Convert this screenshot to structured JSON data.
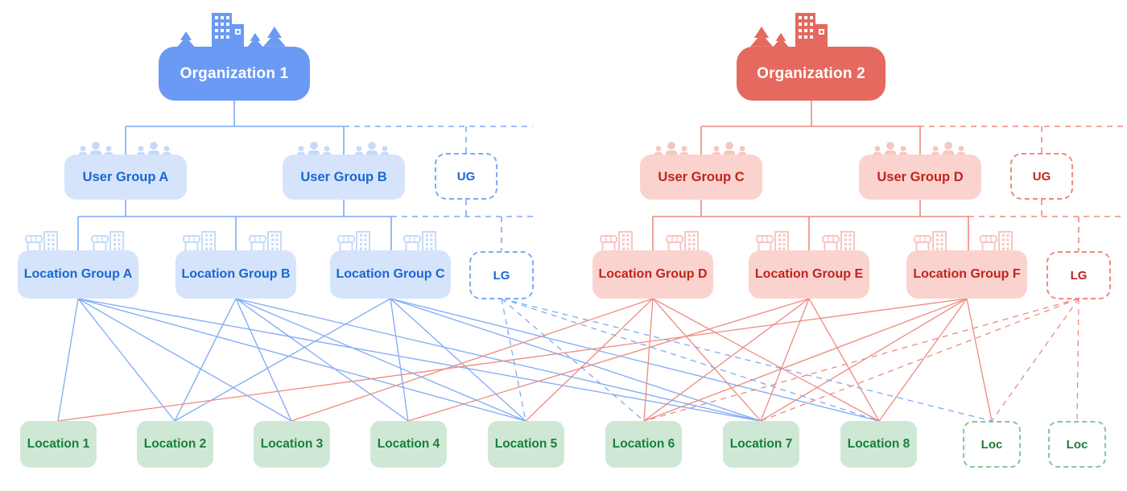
{
  "colors": {
    "blue_solid": "#6a9af4",
    "blue_light": "#d5e4fb",
    "blue_text": "#1b66d2",
    "blue_line": "#7daaf7",
    "blue_icon": "#c4daf9",
    "red_solid": "#e5695e",
    "red_light": "#fad3cf",
    "red_text": "#c0241c",
    "red_line": "#ee8a7f",
    "red_icon": "#f6c6c1",
    "green_light": "#cfe8d6",
    "green_text": "#188038",
    "green_border": "#86c79a"
  },
  "organizations": [
    {
      "id": "org1",
      "label": "Organization 1",
      "side": "blue"
    },
    {
      "id": "org2",
      "label": "Organization 2",
      "side": "red"
    }
  ],
  "user_groups": [
    {
      "id": "UGA",
      "label": "User Group A",
      "side": "blue"
    },
    {
      "id": "UGB",
      "label": "User Group B",
      "side": "blue"
    },
    {
      "id": "UGC",
      "label": "User Group C",
      "side": "red"
    },
    {
      "id": "UGD",
      "label": "User Group D",
      "side": "red"
    }
  ],
  "user_group_placeholders": [
    {
      "id": "UGP1",
      "label": "UG",
      "side": "blue"
    },
    {
      "id": "UGP2",
      "label": "UG",
      "side": "red"
    }
  ],
  "location_groups": [
    {
      "id": "LGA",
      "label": "Location Group A",
      "side": "blue"
    },
    {
      "id": "LGB",
      "label": "Location Group B",
      "side": "blue"
    },
    {
      "id": "LGC",
      "label": "Location Group C",
      "side": "blue"
    },
    {
      "id": "LGD",
      "label": "Location Group D",
      "side": "red"
    },
    {
      "id": "LGE",
      "label": "Location Group E",
      "side": "red"
    },
    {
      "id": "LGF",
      "label": "Location Group F",
      "side": "red"
    }
  ],
  "location_group_placeholders": [
    {
      "id": "LGP1",
      "label": "LG",
      "side": "blue"
    },
    {
      "id": "LGP2",
      "label": "LG",
      "side": "red"
    }
  ],
  "locations": [
    {
      "id": "1",
      "label": "Location 1"
    },
    {
      "id": "2",
      "label": "Location 2"
    },
    {
      "id": "3",
      "label": "Location 3"
    },
    {
      "id": "4",
      "label": "Location 4"
    },
    {
      "id": "5",
      "label": "Location 5"
    },
    {
      "id": "6",
      "label": "Location 6"
    },
    {
      "id": "7",
      "label": "Location 7"
    },
    {
      "id": "8",
      "label": "Location 8"
    }
  ],
  "location_placeholders": [
    {
      "id": "locA",
      "label": "Loc"
    },
    {
      "id": "locB",
      "label": "Loc"
    }
  ],
  "connections": [
    {
      "from": "LGA",
      "to": [
        "1",
        "2",
        "3",
        "5",
        "7"
      ],
      "style": "solid",
      "side": "blue"
    },
    {
      "from": "LGB",
      "to": [
        "2",
        "3",
        "4",
        "5",
        "7"
      ],
      "style": "solid",
      "side": "blue"
    },
    {
      "from": "LGC",
      "to": [
        "2",
        "4",
        "5",
        "7",
        "8"
      ],
      "style": "solid",
      "side": "blue"
    },
    {
      "from": "LGD",
      "to": [
        "3",
        "5",
        "6",
        "7",
        "8"
      ],
      "style": "solid",
      "side": "red"
    },
    {
      "from": "LGE",
      "to": [
        "4",
        "6",
        "7",
        "8"
      ],
      "style": "solid",
      "side": "red"
    },
    {
      "from": "LGF",
      "to": [
        "1",
        "6",
        "7",
        "8",
        "locA"
      ],
      "style": "solid",
      "side": "red"
    },
    {
      "from": "LGP1",
      "to": [
        "5",
        "6",
        "8",
        "locA"
      ],
      "style": "dashed",
      "side": "blue"
    },
    {
      "from": "LGP2",
      "to": [
        "6",
        "7",
        "locA",
        "locB"
      ],
      "style": "dashed",
      "side": "red"
    }
  ]
}
